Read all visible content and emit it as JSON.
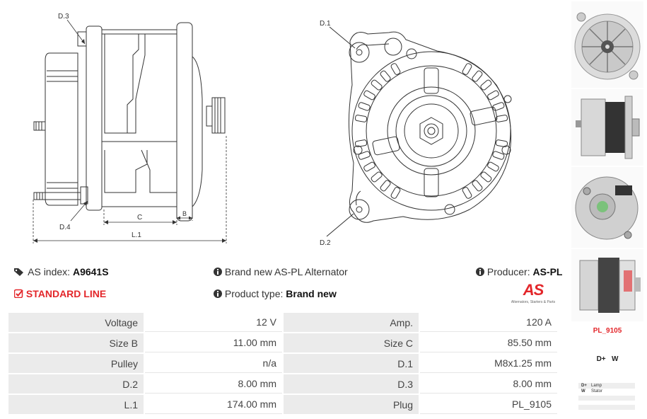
{
  "drawing_left": {
    "labels": {
      "d3": "D.3",
      "d4": "D.4",
      "c": "C",
      "b": "B",
      "l1": "L.1"
    }
  },
  "drawing_right": {
    "labels": {
      "d1": "D.1",
      "d2": "D.2"
    }
  },
  "info": {
    "as_index_label": "AS index:",
    "as_index_value": "A9641S",
    "standard_line": "STANDARD LINE",
    "brand_text": "Brand new AS-PL Alternator",
    "product_type_label": "Product type:",
    "product_type_value": "Brand new",
    "producer_label": "Producer:",
    "producer_value": "AS-PL",
    "logo_text": "AS",
    "logo_tagline": "Alternators, Starters & Parts"
  },
  "specs": [
    {
      "label1": "Voltage",
      "value1": "12 V",
      "label2": "Amp.",
      "value2": "120 A"
    },
    {
      "label1": "Size B",
      "value1": "11.00 mm",
      "label2": "Size C",
      "value2": "85.50 mm"
    },
    {
      "label1": "Pulley",
      "value1": "n/a",
      "label2": "D.1",
      "value2": "M8x1.25 mm"
    },
    {
      "label1": "D.2",
      "value1": "8.00 mm",
      "label2": "D.3",
      "value2": "8.00 mm"
    },
    {
      "label1": "L.1",
      "value1": "174.00 mm",
      "label2": "Plug",
      "value2": "PL_9105"
    }
  ],
  "sidebar": {
    "plug_code": "PL_9105",
    "terminals": "D+   W",
    "legend": [
      {
        "code": "D+",
        "desc": "Lamp"
      },
      {
        "code": "W",
        "desc": "Stator"
      }
    ]
  },
  "colors": {
    "accent_red": "#e3262a",
    "table_label_bg": "#ebebeb"
  },
  "icons": [
    "tags-icon",
    "check-square-icon",
    "info-circle-icon"
  ]
}
